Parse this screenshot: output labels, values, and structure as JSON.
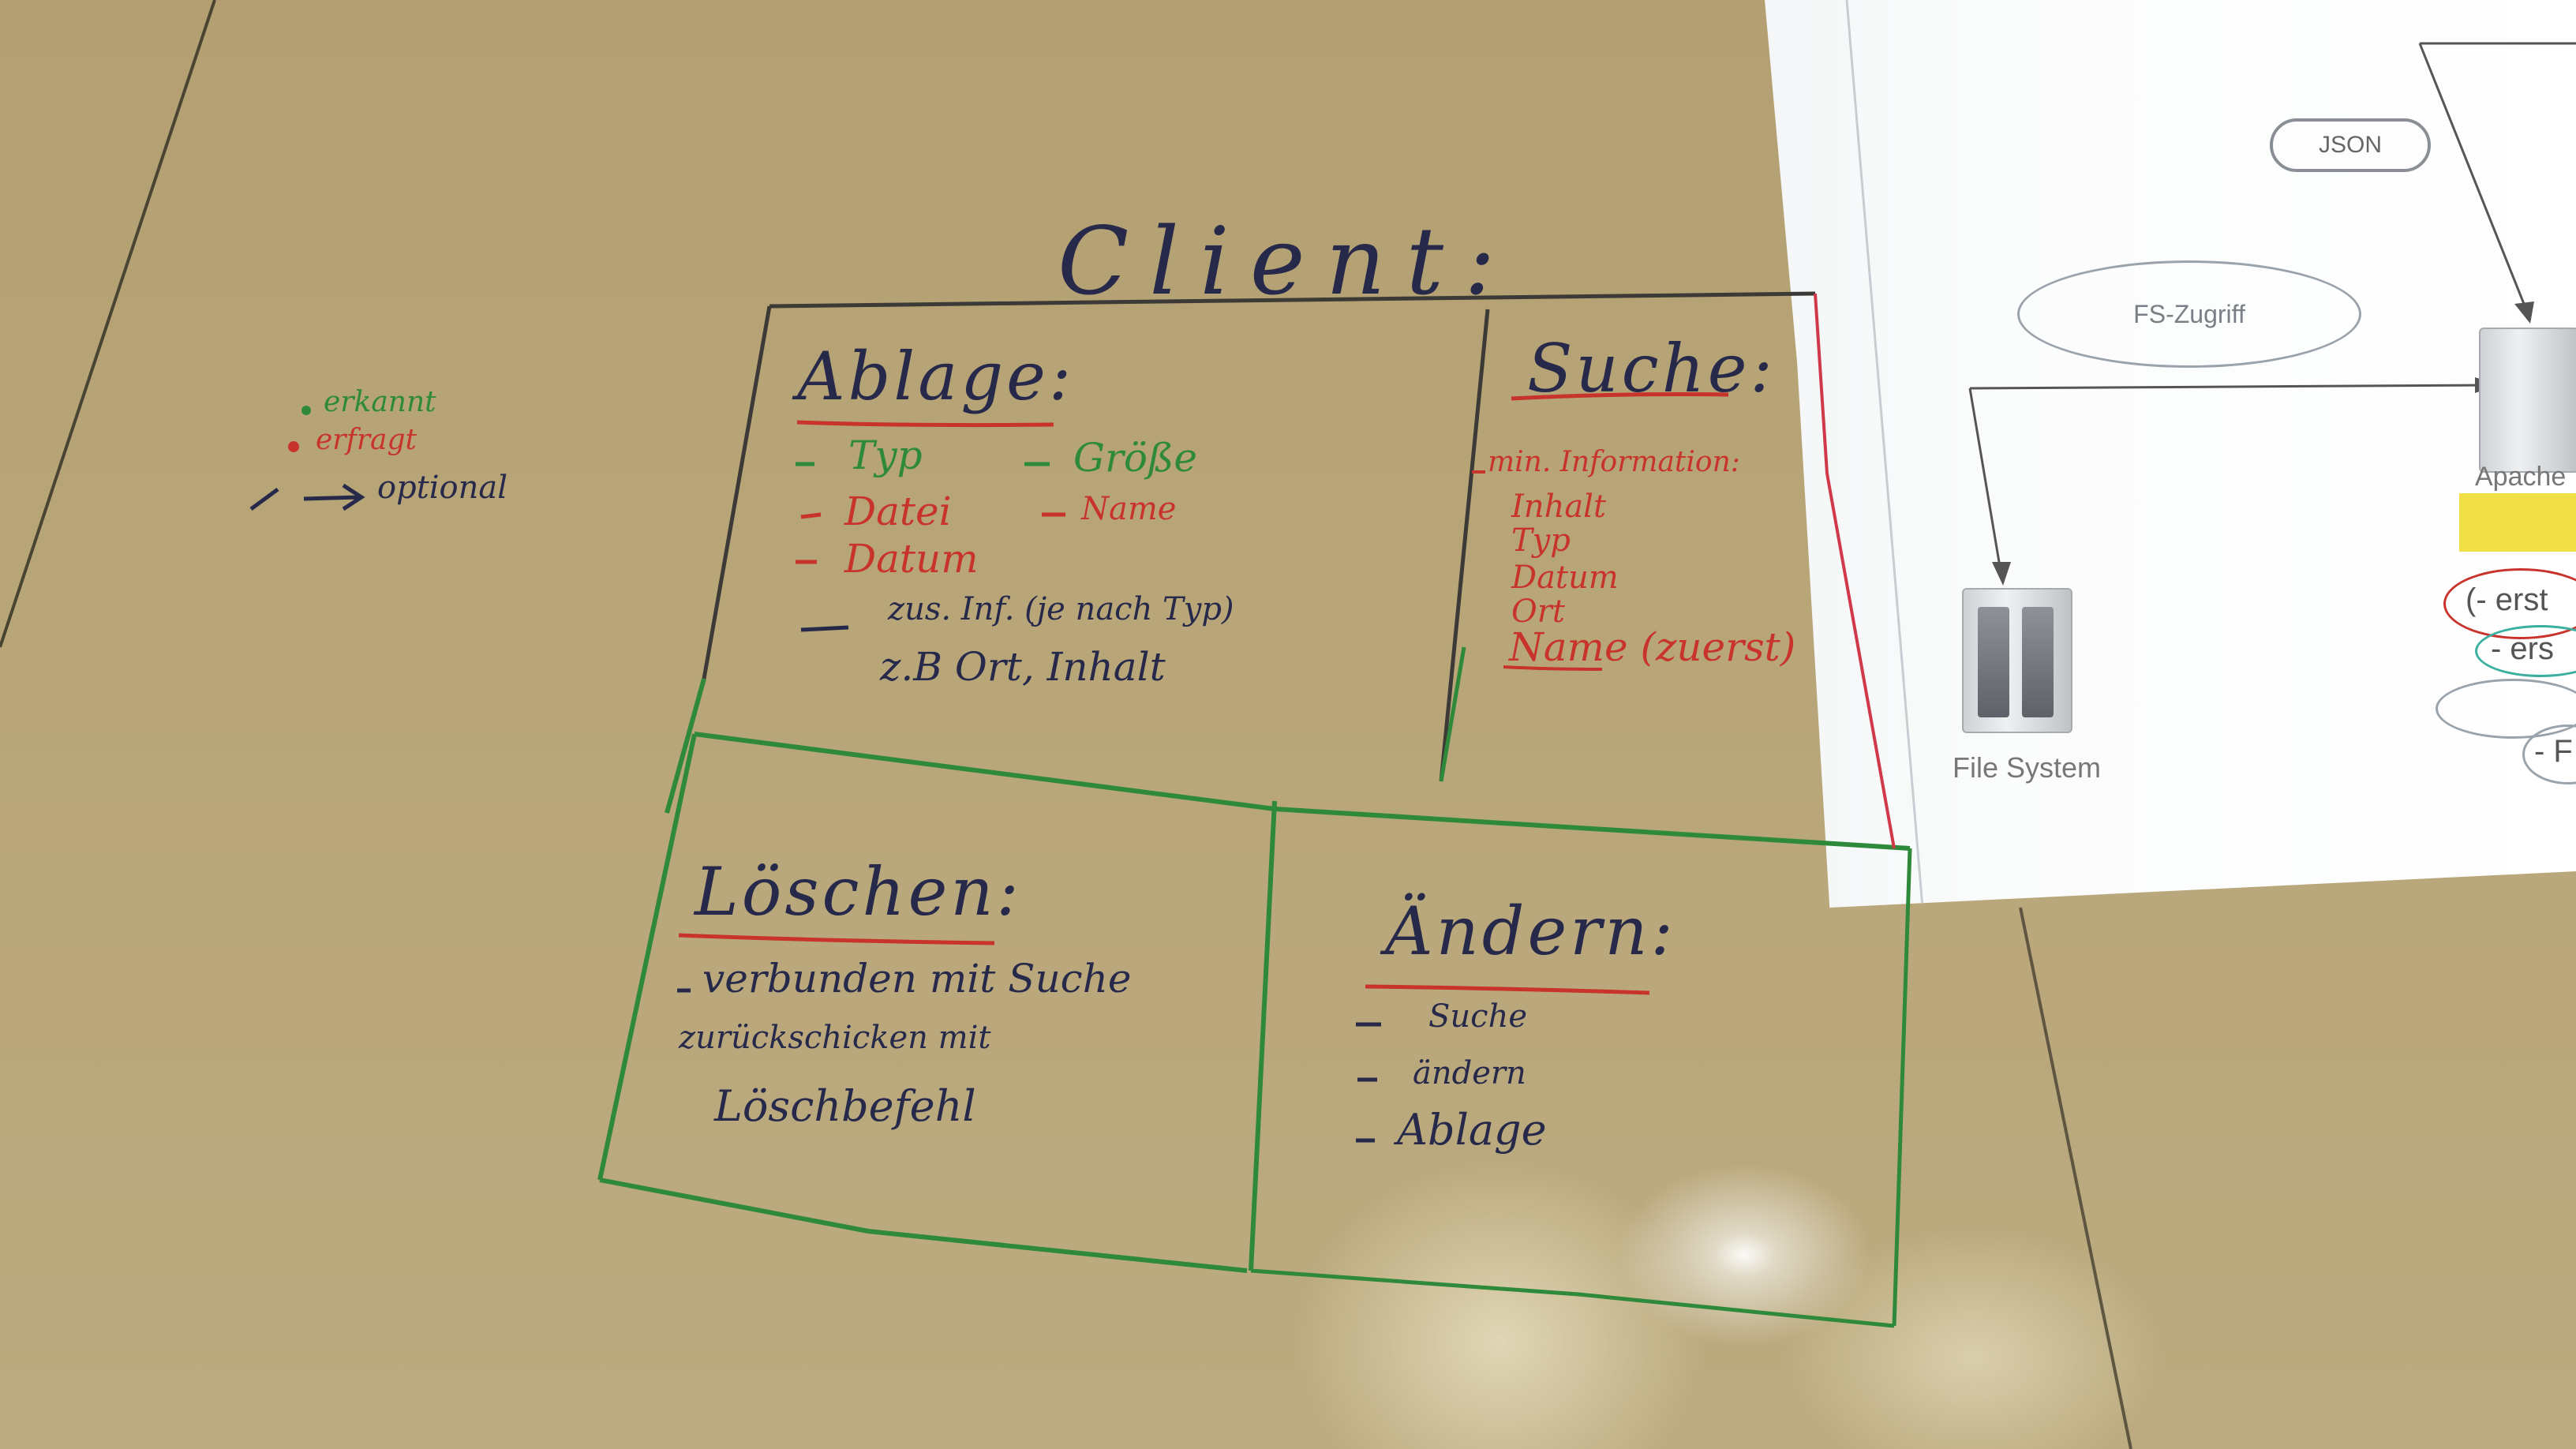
{
  "whiteboard": {
    "title": "Client:",
    "legend": {
      "green": "erkannt",
      "red": "erfragt",
      "optional": "optional"
    },
    "ablage": {
      "heading": "Ablage:",
      "items": [
        "Typ",
        "Größe",
        "Datei",
        "Name",
        "Datum"
      ],
      "extra": "zus. Inf. (je nach Typ)",
      "example": "z.B Ort, Inhalt"
    },
    "suche": {
      "heading": "Suche:",
      "intro": "min. Information:",
      "items": [
        "Inhalt",
        "Typ",
        "Datum",
        "Ort",
        "Name (zuerst)"
      ]
    },
    "loeschen": {
      "heading": "Löschen:",
      "line1": "verbunden mit Suche",
      "line2": "zurückschicken mit",
      "line3": "Löschbefehl"
    },
    "aendern": {
      "heading": "Ändern:",
      "items": [
        "Suche",
        "ändern",
        "Ablage"
      ]
    }
  },
  "slide": {
    "json_label": "JSON",
    "fs_label": "FS-Zugriff",
    "file_system_label": "File System",
    "apache_label": "Apache",
    "right_items": [
      "(- erst",
      "- ers",
      "- F"
    ]
  }
}
